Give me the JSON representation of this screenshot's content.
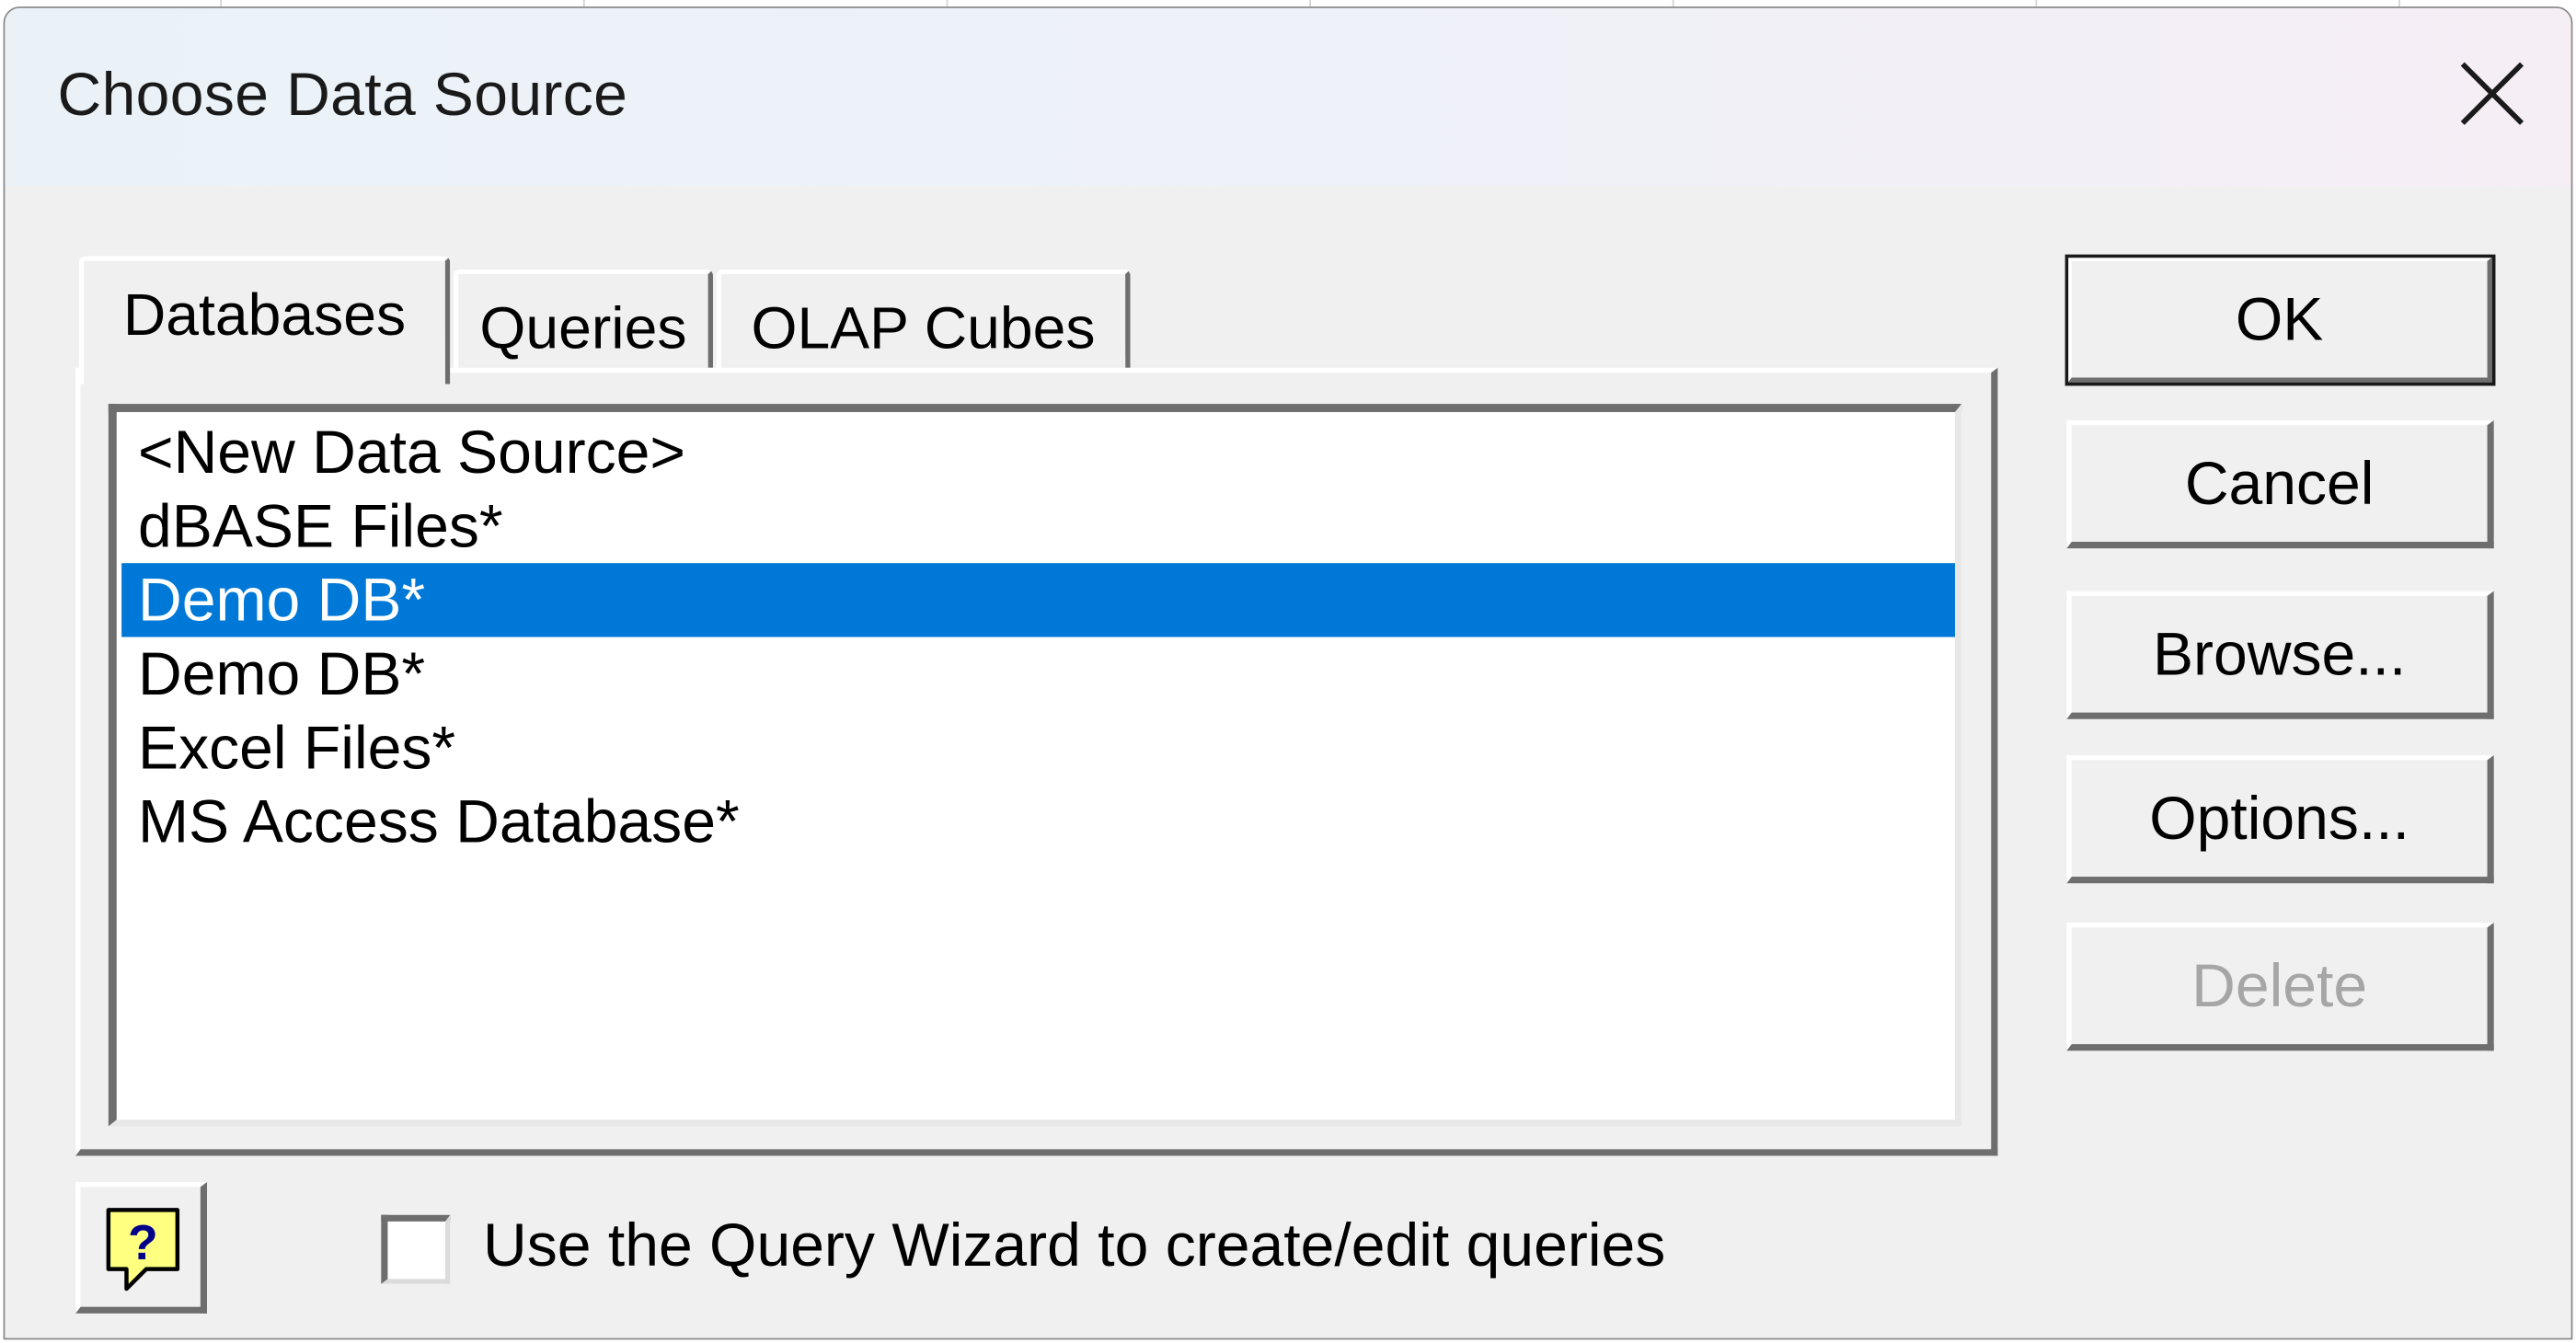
{
  "window": {
    "title": "Choose Data Source",
    "close_icon": "close-icon"
  },
  "tabs": [
    {
      "label": "Databases",
      "active": true
    },
    {
      "label": "Queries",
      "active": false
    },
    {
      "label": "OLAP Cubes",
      "active": false
    }
  ],
  "data_sources": {
    "items": [
      {
        "label": "<New Data Source>",
        "selected": false
      },
      {
        "label": "dBASE Files*",
        "selected": false
      },
      {
        "label": "Demo DB*",
        "selected": true
      },
      {
        "label": "Demo DB*",
        "selected": false
      },
      {
        "label": "Excel Files*",
        "selected": false
      },
      {
        "label": "MS Access Database*",
        "selected": false
      }
    ],
    "selection_color": "#0078d7"
  },
  "buttons": {
    "ok": "OK",
    "cancel": "Cancel",
    "browse": "Browse...",
    "options": "Options...",
    "delete": "Delete",
    "delete_enabled": false
  },
  "help": {
    "icon": "help-question-icon"
  },
  "query_wizard": {
    "label": "Use the Query Wizard to create/edit queries",
    "checked": false
  }
}
